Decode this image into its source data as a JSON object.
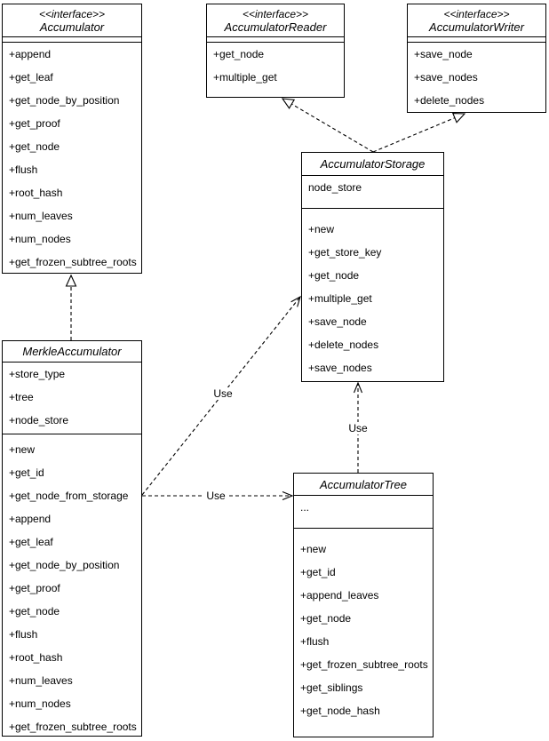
{
  "diagram": {
    "colors": {
      "stroke": "#000000",
      "background": "#ffffff"
    },
    "classes": {
      "accumulator": {
        "stereotype": "<<interface>>",
        "name": "Accumulator",
        "attributes": [],
        "methods": [
          "+append",
          "+get_leaf",
          "+get_node_by_position",
          "+get_proof",
          "+get_node",
          "+flush",
          "+root_hash",
          "+num_leaves",
          "+num_nodes",
          "+get_frozen_subtree_roots"
        ]
      },
      "accumulator_reader": {
        "stereotype": "<<interface>>",
        "name": "AccumulatorReader",
        "attributes": [],
        "methods": [
          "+get_node",
          "+multiple_get"
        ]
      },
      "accumulator_writer": {
        "stereotype": "<<interface>>",
        "name": "AccumulatorWriter",
        "attributes": [],
        "methods": [
          "+save_node",
          "+save_nodes",
          "+delete_nodes"
        ]
      },
      "accumulator_storage": {
        "name": "AccumulatorStorage",
        "attributes": [
          "node_store"
        ],
        "methods": [
          "+new",
          "+get_store_key",
          "+get_node",
          "+multiple_get",
          "+save_node",
          "+delete_nodes",
          "+save_nodes"
        ]
      },
      "merkle_accumulator": {
        "name": "MerkleAccumulator",
        "attributes": [
          "+store_type",
          "+tree",
          "+node_store"
        ],
        "methods": [
          "+new",
          "+get_id",
          "+get_node_from_storage",
          "+append",
          "+get_leaf",
          "+get_node_by_position",
          "+get_proof",
          "+get_node",
          "+flush",
          "+root_hash",
          "+num_leaves",
          "+num_nodes",
          "+get_frozen_subtree_roots"
        ]
      },
      "accumulator_tree": {
        "name": "AccumulatorTree",
        "attributes": [
          "..."
        ],
        "methods": [
          "+new",
          "+get_id",
          "+append_leaves",
          "+get_node",
          "+flush",
          "+get_frozen_subtree_roots",
          "+get_siblings",
          "+get_node_hash"
        ]
      }
    },
    "edges": [
      {
        "from": "MerkleAccumulator",
        "to": "Accumulator",
        "type": "realization",
        "label": ""
      },
      {
        "from": "AccumulatorStorage",
        "to": "AccumulatorReader",
        "type": "realization",
        "label": ""
      },
      {
        "from": "AccumulatorStorage",
        "to": "AccumulatorWriter",
        "type": "realization",
        "label": ""
      },
      {
        "from": "MerkleAccumulator",
        "to": "AccumulatorStorage",
        "type": "dependency",
        "label": "Use"
      },
      {
        "from": "MerkleAccumulator",
        "to": "AccumulatorTree",
        "type": "dependency",
        "label": "Use"
      },
      {
        "from": "AccumulatorTree",
        "to": "AccumulatorStorage",
        "type": "dependency",
        "label": "Use"
      }
    ]
  }
}
